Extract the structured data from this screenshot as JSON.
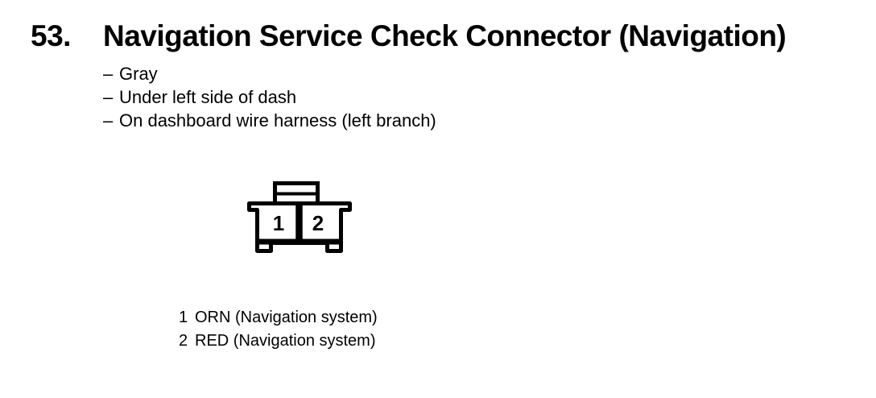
{
  "page": {
    "section_number": "53.",
    "title": "Navigation Service Check Connector (Navigation)",
    "bullet_char": "–",
    "details": [
      "Gray",
      "Under left side of dash",
      "On dashboard wire harness (left branch)"
    ]
  },
  "connector": {
    "cavity_labels": [
      "1",
      "2"
    ],
    "pins": [
      {
        "number": "1",
        "label": "ORN (Navigation system)"
      },
      {
        "number": "2",
        "label": "RED (Navigation system)"
      }
    ]
  },
  "colors": {
    "ink": "#000000",
    "paper": "#ffffff"
  }
}
